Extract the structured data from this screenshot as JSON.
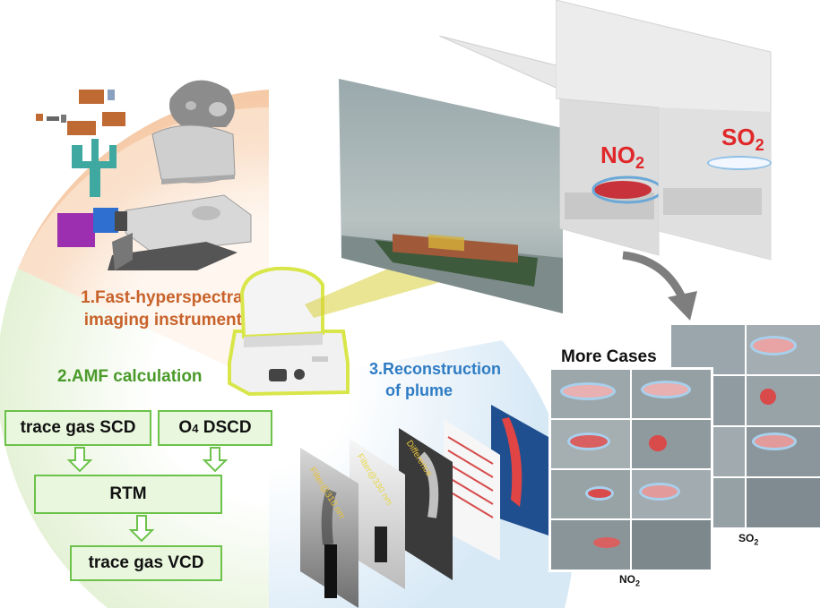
{
  "sections": {
    "instrument": {
      "line1": "1.Fast-hyperspectral",
      "line2": "imaging  instrument",
      "color": "#c8622a"
    },
    "amf": {
      "label": "2.AMF calculation",
      "color": "#4a9a2a"
    },
    "reconstruction": {
      "line1": "3.Reconstruction",
      "line2": "of plume",
      "color": "#2e7cc4"
    }
  },
  "flowchart": {
    "scd": "trace gas SCD",
    "o4_main": "O",
    "o4_sub": "4",
    "o4_rest": " DSCD",
    "rtm": "RTM",
    "vcd": "trace gas VCD",
    "box_fill": "#e9f7de",
    "box_border": "#6cc24a"
  },
  "gases": {
    "no2_main": "NO",
    "no2_sub": "2",
    "so2_main": "SO",
    "so2_sub": "2",
    "color": "#e0282a"
  },
  "slices": {
    "filter": "Filter@310 nm",
    "filter2": "Filter@330 nm",
    "difference": "Difference"
  },
  "cases": {
    "title": "More Cases",
    "no2_caption_main": "NO",
    "no2_caption_sub": "2",
    "so2_caption_main": "SO",
    "so2_caption_sub": "2"
  }
}
